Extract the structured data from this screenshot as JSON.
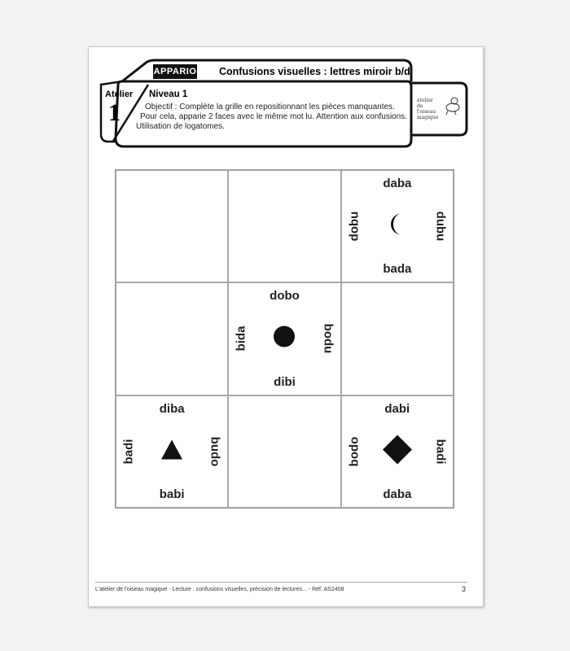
{
  "header": {
    "brand": "APPARIO",
    "title": "Confusions visuelles : lettres miroir b/d",
    "atelier_label": "Atelier",
    "atelier_number": "1",
    "level": "Niveau 1",
    "objective_lines": [
      "Objectif : Complète la grille en repositionnant les pièces manquantes.",
      "Pour cela, apparie 2 faces avec le même mot lu. Attention aux confusions.",
      "Utilisation de logatomes."
    ],
    "logo_text": "atelier de l'oiseau magique"
  },
  "grid": {
    "cells": [
      null,
      null,
      {
        "top": "daba",
        "left": "dobu",
        "right": "dubu",
        "bottom": "bada",
        "shape": "crescent-icon"
      },
      null,
      {
        "top": "dobo",
        "left": "bida",
        "right": "bodu",
        "bottom": "dibi",
        "shape": "circle-icon"
      },
      null,
      {
        "top": "diba",
        "left": "badi",
        "right": "budo",
        "bottom": "babi",
        "shape": "triangle-icon"
      },
      null,
      {
        "top": "dabi",
        "left": "bodo",
        "right": "badi",
        "bottom": "daba",
        "shape": "diamond-icon"
      }
    ]
  },
  "footer": {
    "text": "L'atelier de l'oiseau magique - Lecture : confusions visuelles, précision de lectures... - Réf. AS2408",
    "page_number": "3"
  }
}
